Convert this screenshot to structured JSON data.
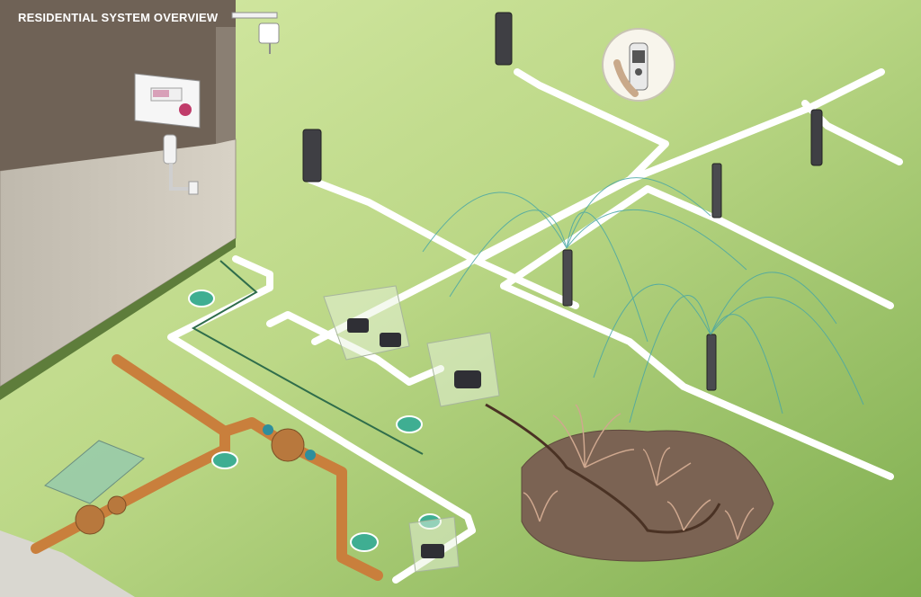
{
  "title": "RESIDENTIAL SYSTEM OVERVIEW",
  "colors": {
    "lawn_light": "#d2e7a0",
    "lawn_dark": "#77a64a",
    "house_wall": "#cfc9bd",
    "roof": "#6f6256",
    "pvc_pipe": "#ffffff",
    "copper_pipe": "#c97f3c",
    "drip_line": "#4a3224",
    "mulch_bed": "#7b6353",
    "spray_arc": "#4aa7a4",
    "valve_box_lid": "#2fa98e"
  },
  "components": {
    "house": "house-wall",
    "controller": "irrigation-controller",
    "rain_sensor": "rain-sensor",
    "remote": "handheld-remote",
    "water_meter": "water-meter",
    "backflow_preventer": "backflow-preventer",
    "valve_manifolds": "valve-manifold",
    "rotor_heads": "rotor-head",
    "pop_up_sprays": "pop-up-spray",
    "drip_zone": "drip-bed"
  }
}
